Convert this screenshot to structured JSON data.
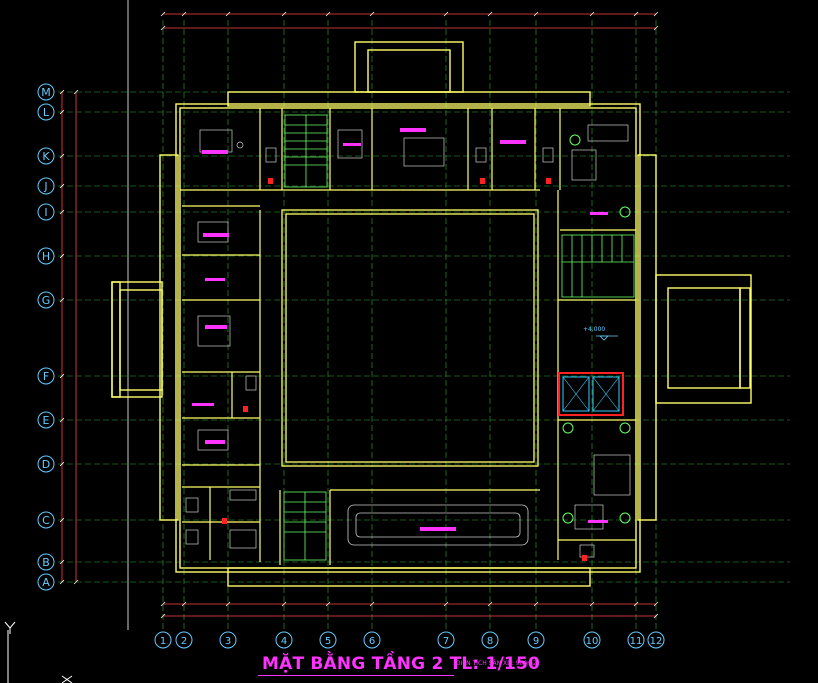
{
  "title": {
    "main": "MẶT BẰNG TẦNG 2   TL: 1/150",
    "area_note": "DIỆN TÍCH SÀN XD: 900m2"
  },
  "axes": {
    "row_labels": [
      "M",
      "L",
      "K",
      "J",
      "I",
      "H",
      "G",
      "F",
      "E",
      "D",
      "C",
      "B",
      "A"
    ],
    "column_labels": [
      "1",
      "2",
      "3",
      "4",
      "5",
      "6",
      "7",
      "8",
      "9",
      "10",
      "11",
      "12"
    ]
  },
  "elevation_mark": "+4.000",
  "colors": {
    "background": "#000000",
    "wall": "#ffff66",
    "grid": "#33aa33",
    "dimension": "#ff4444",
    "annotation": "#ff33ff",
    "axis_bubble": "#66ccff",
    "stair": "#66ff66",
    "elevator": "#ff2222",
    "furniture": "#cccccc"
  },
  "ucs_icon": "ucs-axis-icon"
}
